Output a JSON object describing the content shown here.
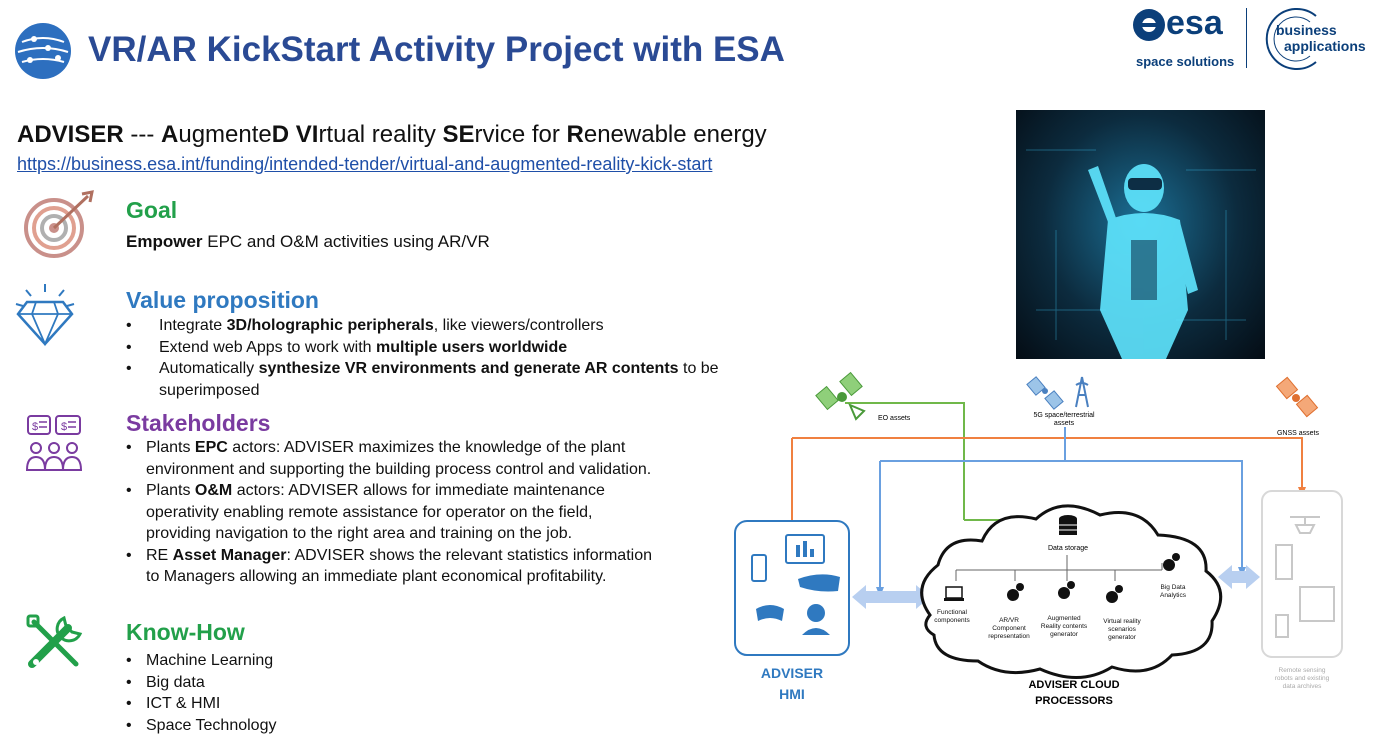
{
  "header": {
    "title": "VR/AR KickStart Activity Project with ESA",
    "esa_logo_text": "esa",
    "esa_tagline": "space solutions",
    "ba_logo_line1": "business",
    "ba_logo_line2": "applications"
  },
  "subtitle": {
    "p1": "ADVISER",
    "p2": " --- ",
    "p3": "A",
    "p4": "ugmente",
    "p5": "D VI",
    "p6": "rtual reality ",
    "p7": "SE",
    "p8": "rvice for ",
    "p9": "R",
    "p10": "enewable energy"
  },
  "link": "https://business.esa.int/funding/intended-tender/virtual-and-augmented-reality-kick-start",
  "goal": {
    "heading": "Goal",
    "bold": "Empower",
    "rest": " EPC and O&M activities using AR/VR"
  },
  "value_proposition": {
    "heading": "Value proposition",
    "items": [
      {
        "pre": "Integrate ",
        "bold": "3D/holographic peripherals",
        "post": ", like viewers/controllers"
      },
      {
        "pre": "Extend web Apps to work with ",
        "bold": "multiple users worldwide",
        "post": ""
      },
      {
        "pre": "Automatically ",
        "bold": "synthesize VR environments and generate AR contents",
        "post": " to be"
      }
    ],
    "continuation": "superimposed"
  },
  "stakeholders": {
    "heading": "Stakeholders",
    "items": [
      {
        "pre": "Plants ",
        "bold": "EPC",
        "post": " actors: ADVISER maximizes the knowledge of the plant",
        "cont": [
          "environment and supporting the building process control and validation."
        ]
      },
      {
        "pre": "Plants ",
        "bold": "O&M",
        "post": " actors: ADVISER allows for immediate maintenance",
        "cont": [
          "operativity enabling remote assistance for operator on the field,",
          "providing navigation to the right area and training on the job."
        ]
      },
      {
        "pre": "RE ",
        "bold": "Asset Manager",
        "post": ": ADVISER shows the relevant statistics information",
        "cont": [
          "to Managers allowing an immediate plant economical profitability."
        ]
      }
    ]
  },
  "know_how": {
    "heading": "Know-How",
    "items": [
      "Machine Learning",
      "Big data",
      "ICT & HMI",
      "Space Technology"
    ]
  },
  "diagram": {
    "eo_assets": "EO assets",
    "sg_assets_1": "5G space/terrestrial",
    "sg_assets_2": "assets",
    "gnss_assets": "GNSS assets",
    "data_storage": "Data storage",
    "functional_1": "Functional",
    "functional_2": "components",
    "arvr_1": "AR/VR",
    "arvr_2": "Component",
    "arvr_3": "representation",
    "augmented_1": "Augmented",
    "augmented_2": "Reality contents",
    "augmented_3": "generator",
    "virtual_1": "Virtual reality",
    "virtual_2": "scenarios",
    "virtual_3": "generator",
    "bigdata_1": "Big Data",
    "bigdata_2": "Analytics",
    "hmi_1": "ADVISER",
    "hmi_2": "HMI",
    "cloud_1": "ADVISER CLOUD",
    "cloud_2": "PROCESSORS",
    "remote_1": "Remote sensing",
    "remote_2": "robots and existing",
    "remote_3": "data archives"
  },
  "colors": {
    "title_blue": "#2a4a94",
    "green": "#22a04a",
    "blue": "#2f79c0",
    "purple": "#7a3ba0",
    "orange": "#f08040",
    "arrow_green": "#70b84a",
    "arrow_blue": "#6aa0e0"
  }
}
